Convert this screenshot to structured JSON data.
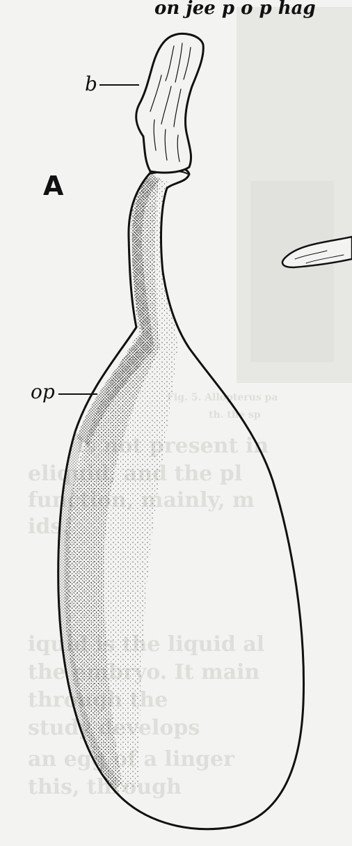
{
  "page": {
    "header_fragment": "on jee p o p hag"
  },
  "figure": {
    "panel_letter": "A",
    "labels": {
      "b": "b",
      "op": "op"
    }
  },
  "bleed_through": {
    "lines": [
      "Fig. 5. Allopterus pa",
      "th. the sp",
      "is not present in",
      "eliquid, and the pl",
      "function, mainly, m",
      "ids.",
      "iquid is the liquid al",
      "the embryo. It main",
      "through the",
      "study develops",
      "an egg of a linger",
      "this, through"
    ]
  },
  "colors": {
    "paper": "#f3f3f1",
    "ink": "#111111",
    "stipple": "#222222",
    "ghost": "#dcdcd8"
  }
}
